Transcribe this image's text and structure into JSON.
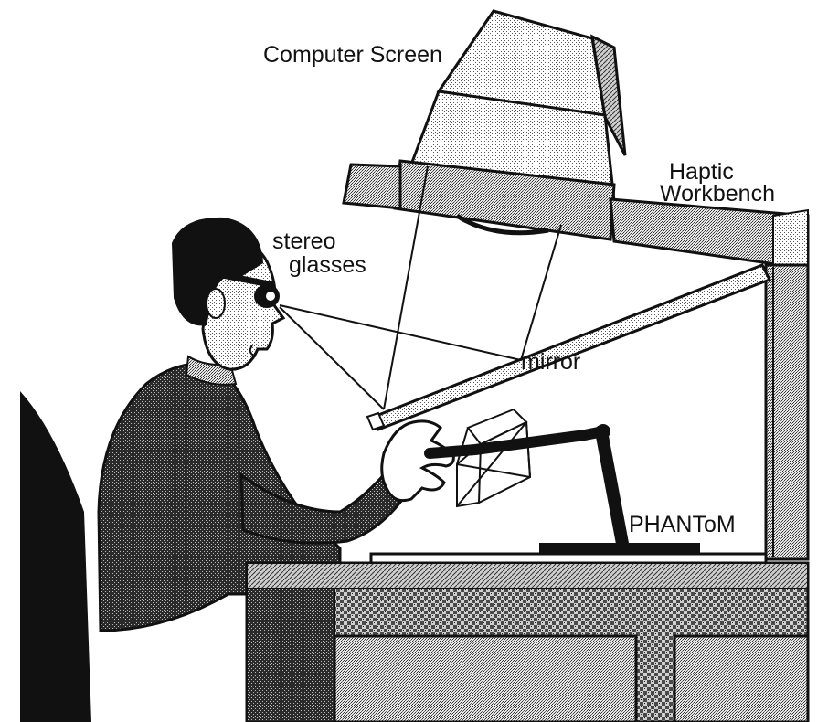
{
  "labels": {
    "computer_screen": "Computer Screen",
    "haptic_line1": "Haptic",
    "haptic_line2": "Workbench",
    "stereo_line1": "stereo",
    "stereo_line2": "glasses",
    "mirror": "mirror",
    "phantom": "PHANToM"
  },
  "colors": {
    "ink": "#111111",
    "light_dither": "#d9d9d9",
    "mid_dither": "#9a9a9a",
    "dark_dither": "#555555",
    "paper": "#ffffff"
  }
}
